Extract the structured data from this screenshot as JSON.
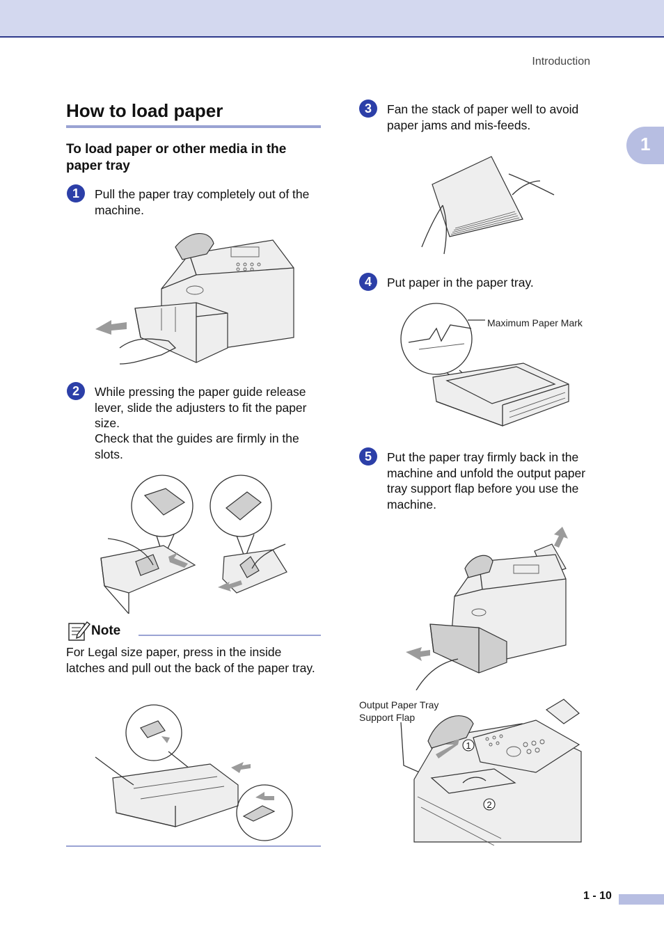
{
  "header": {
    "section": "Introduction",
    "chapter_tab": "1"
  },
  "title": "How to load paper",
  "subtitle": "To load paper or other media in the paper tray",
  "steps": [
    {
      "num": "1",
      "text": "Pull the paper tray completely out of the machine."
    },
    {
      "num": "2",
      "text": "While pressing the paper guide release lever, slide the adjusters to fit the paper size.",
      "text2": "Check that the guides are firmly in the slots."
    },
    {
      "num": "3",
      "text": "Fan the stack of paper well to avoid paper jams and mis-feeds."
    },
    {
      "num": "4",
      "text": "Put paper in the paper tray."
    },
    {
      "num": "5",
      "text": "Put the paper tray firmly back in the machine and unfold the output paper tray support flap before you use the machine."
    }
  ],
  "note": {
    "label": "Note",
    "text": "For Legal size paper, press in the inside latches and pull out the back of the paper tray."
  },
  "callouts": {
    "max_paper_mark": "Maximum Paper Mark",
    "output_flap_line1": "Output Paper Tray",
    "output_flap_line2": "Support Flap",
    "circle_1": "1",
    "circle_2": "2"
  },
  "footer": {
    "page_number": "1 - 10"
  }
}
